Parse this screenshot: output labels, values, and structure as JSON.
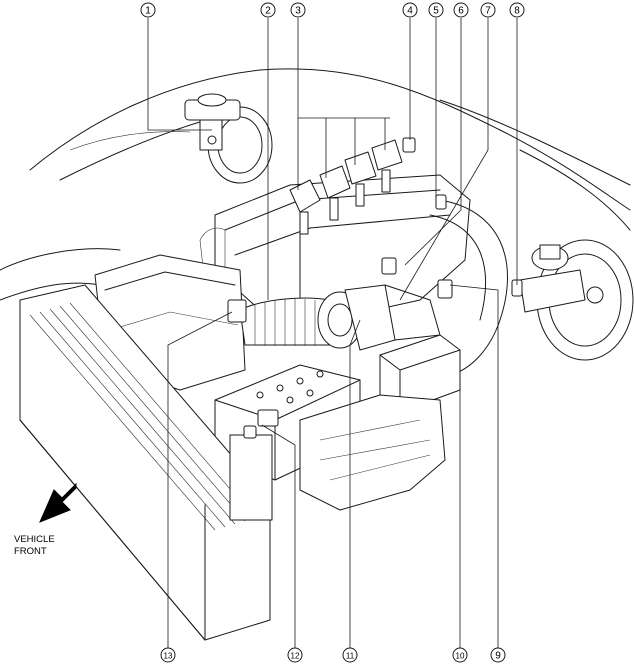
{
  "callouts": [
    {
      "id": "c1",
      "text": "1"
    },
    {
      "id": "c2",
      "text": "2"
    },
    {
      "id": "c3",
      "text": "3"
    },
    {
      "id": "c4",
      "text": "4"
    },
    {
      "id": "c5",
      "text": "5"
    },
    {
      "id": "c6",
      "text": "6"
    },
    {
      "id": "c7",
      "text": "7"
    },
    {
      "id": "c8",
      "text": "8"
    },
    {
      "id": "c9",
      "text": "9"
    },
    {
      "id": "c10",
      "text": "10"
    },
    {
      "id": "c11",
      "text": "11"
    },
    {
      "id": "c12",
      "text": "12"
    },
    {
      "id": "c13",
      "text": "13"
    }
  ],
  "direction_label": {
    "line1": "VEHICLE",
    "line2": "FRONT"
  },
  "colors": {
    "ink": "#1a1a1a",
    "background": "#ffffff"
  }
}
